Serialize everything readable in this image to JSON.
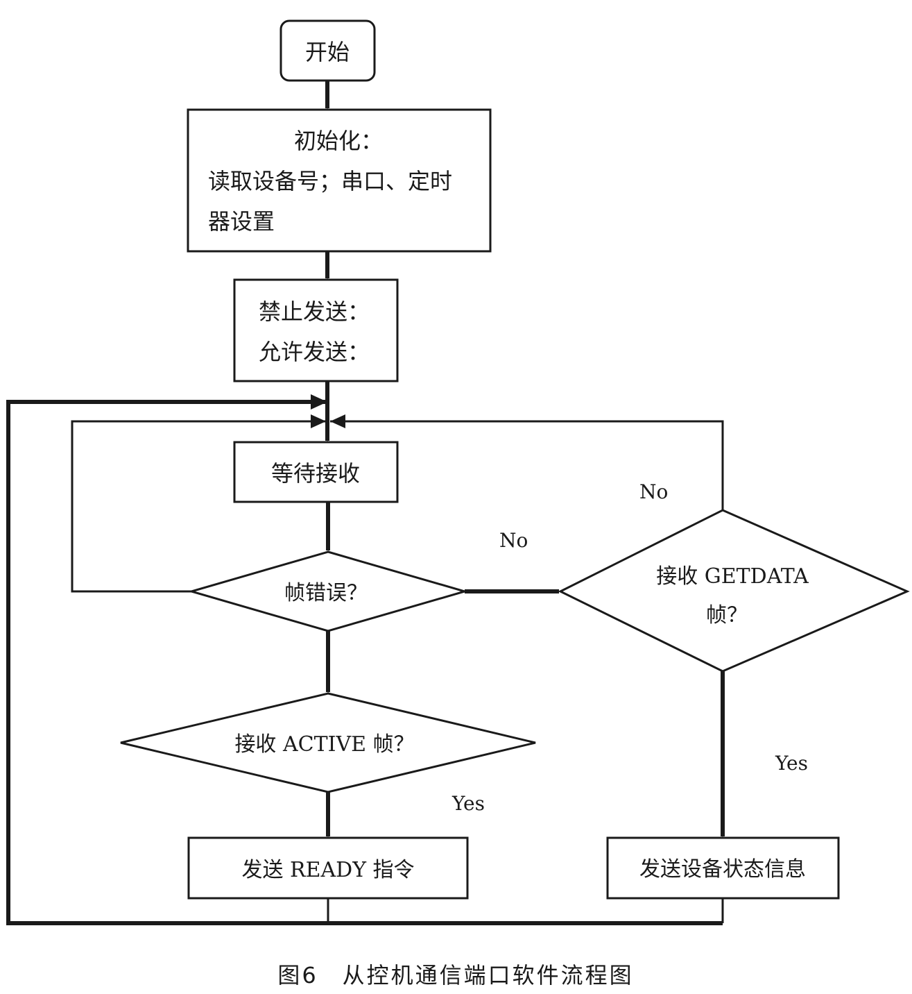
{
  "nodes": {
    "start": {
      "text": "开始"
    },
    "init": {
      "line1": "初始化：",
      "line2": "读取设备号；串口、定时",
      "line3": "器设置"
    },
    "send_ctrl": {
      "line1": "禁止发送：",
      "line2": "允许发送："
    },
    "wait": {
      "text": "等待接收"
    },
    "frame_error": {
      "text": "帧错误？"
    },
    "recv_getdata": {
      "line1": "接收 GETDATA",
      "line2": "帧？"
    },
    "recv_active": {
      "text": "接收 ACTIVE 帧？"
    },
    "send_ready": {
      "text": "发送 READY 指令"
    },
    "send_status": {
      "text": "发送设备状态信息"
    }
  },
  "labels": {
    "no_frame_error": "No",
    "no_getdata": "No",
    "yes_active": "Yes",
    "yes_getdata": "Yes"
  },
  "caption": "图6　从控机通信端口软件流程图"
}
